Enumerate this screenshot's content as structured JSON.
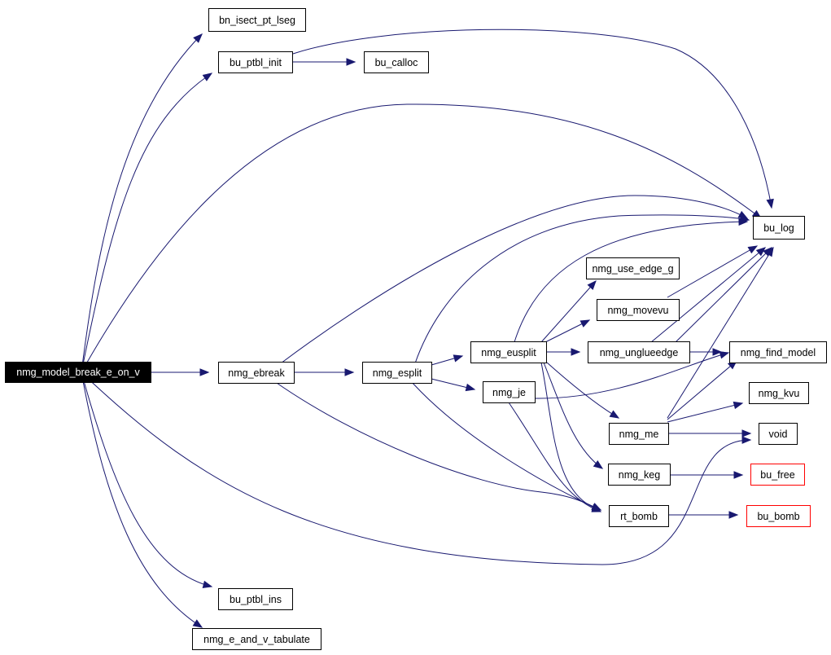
{
  "colors": {
    "edge": "#191970",
    "root_bg": "#000000",
    "root_text": "#ffffff",
    "truncated_border": "#ff0000"
  },
  "nodes": {
    "nmg_model_break_e_on_v": "nmg_model_break_e_on_v",
    "bn_isect_pt_lseg": "bn_isect_pt_lseg",
    "bu_ptbl_init": "bu_ptbl_init",
    "bu_calloc": "bu_calloc",
    "bu_log": "bu_log",
    "nmg_ebreak": "nmg_ebreak",
    "nmg_esplit": "nmg_esplit",
    "nmg_eusplit": "nmg_eusplit",
    "nmg_use_edge_g": "nmg_use_edge_g",
    "nmg_movevu": "nmg_movevu",
    "nmg_unglueedge": "nmg_unglueedge",
    "nmg_find_model": "nmg_find_model",
    "nmg_je": "nmg_je",
    "nmg_me": "nmg_me",
    "nmg_kvu": "nmg_kvu",
    "void": "void",
    "nmg_keg": "nmg_keg",
    "bu_free": "bu_free",
    "rt_bomb": "rt_bomb",
    "bu_bomb": "bu_bomb",
    "bu_ptbl_ins": "bu_ptbl_ins",
    "nmg_e_and_v_tabulate": "nmg_e_and_v_tabulate"
  }
}
